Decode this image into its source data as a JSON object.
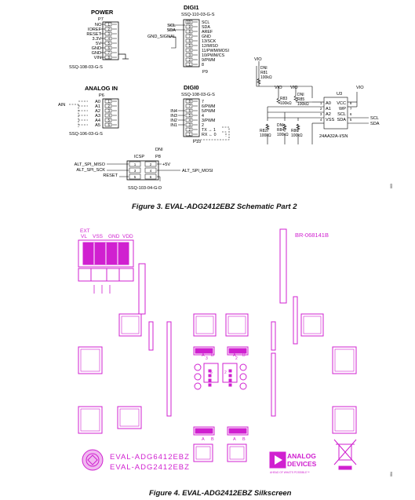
{
  "figure3": {
    "caption": "Figure 3. EVAL-ADG2412EBZ Schematic Part 2",
    "side_id": "003",
    "power": {
      "title": "POWER",
      "ref": "P7",
      "pins": [
        "NC",
        "IOREF",
        "RESET",
        "3.3V",
        "5V",
        "GND",
        "GND",
        "VIN"
      ],
      "pin_numbers": [
        "1",
        "2",
        "3",
        "4",
        "5",
        "6",
        "7",
        "8"
      ],
      "part": "SSQ-108-03-G-S"
    },
    "digit1": {
      "title": "DIGI1",
      "part": "SSQ-110-03-G-S",
      "left_labels": [
        "SCL",
        "SDA",
        "GND_SIGNAL"
      ],
      "pin_numbers": [
        "10",
        "9",
        "8",
        "7",
        "6",
        "5",
        "4",
        "3",
        "2",
        "1"
      ],
      "right_labels": [
        "SCL",
        "SDA",
        "AREF",
        "GND",
        "13/SCK",
        "12/MISO",
        "11/PWM/MOSI",
        "10/PWM/CS",
        "9/PWM",
        "8"
      ],
      "ref": "P9"
    },
    "analog": {
      "title": "ANALOG IN",
      "ref": "P6",
      "input_label": "AIN",
      "pins": [
        "A0",
        "A1",
        "A2",
        "A3",
        "A4",
        "A5"
      ],
      "pin_numbers": [
        "1",
        "2",
        "3",
        "4",
        "5",
        "6"
      ],
      "part": "SSQ-106-03-G-S"
    },
    "digit0": {
      "title": "DIGI0",
      "part": "SSQ-108-03-G-S",
      "left_labels": [
        "IN4",
        "IN3",
        "IN2",
        "IN1"
      ],
      "pin_numbers": [
        "8",
        "7",
        "6",
        "5",
        "4",
        "3",
        "2",
        "1"
      ],
      "right_labels": [
        "7",
        "6/PWM",
        "5/PWM",
        "4",
        "3/PWM",
        "2",
        "TX → 1",
        "RX ← 0"
      ],
      "ref": "P10"
    },
    "icsp": {
      "label": "ICSP",
      "dni": "DNI",
      "ref": "P8",
      "left_labels": [
        "ALT_SPI_MISO",
        "ALT_SPI_SCK",
        "RESET"
      ],
      "right_labels": [
        "+5V",
        "ALT_SPI_MOSI"
      ],
      "pin_pairs": [
        [
          "1",
          "2"
        ],
        [
          "3",
          "4"
        ],
        [
          "5",
          "6"
        ]
      ],
      "part": "SSQ-103-04-G-D"
    },
    "eeprom": {
      "vio": "VIO",
      "dni": "DNI",
      "u3": "U3",
      "part": "24AA32A-I/SN",
      "left_pins": [
        "A0",
        "A1",
        "A2",
        "VSS"
      ],
      "left_nums": [
        "1",
        "2",
        "3",
        "4"
      ],
      "right_pins": [
        "VCC",
        "WP",
        "SCL",
        "SDA"
      ],
      "right_nums": [
        "8",
        "7",
        "6",
        "5"
      ],
      "signals": [
        "SCL",
        "SDA"
      ],
      "resistors": {
        "r81": [
          "DNI",
          "R81",
          "100kΩ"
        ],
        "r83": [
          "R83",
          "100kΩ"
        ],
        "r85": [
          "DNI",
          "R85",
          "100kΩ"
        ],
        "r82": [
          "R82",
          "100kΩ"
        ],
        "r84": [
          "DNI",
          "R84",
          "100kΩ"
        ],
        "r86": [
          "R86",
          "100kΩ"
        ]
      }
    }
  },
  "figure4": {
    "caption": "Figure 4. EVAL-ADG2412EBZ Silkscreen",
    "side_id": "004",
    "ext_label": "EXT",
    "top_labels": [
      "VL",
      "VSS",
      "GND",
      "VDD"
    ],
    "board_id": "BR-068141B",
    "pad_letters": [
      "A",
      "B",
      "A",
      "B",
      "A",
      "B",
      "A",
      "B"
    ],
    "pad_numbers": [
      "3",
      "2",
      "6",
      "2"
    ],
    "names": [
      "EVAL-ADG6412EBZ",
      "EVAL-ADG2412EBZ"
    ],
    "logo": [
      "ANALOG",
      "DEVICES"
    ],
    "tagline": "AHEAD OF WHAT'S POSSIBLE™",
    "colors": {
      "silkscreen": "#d020d0",
      "ink": "#000000"
    }
  }
}
